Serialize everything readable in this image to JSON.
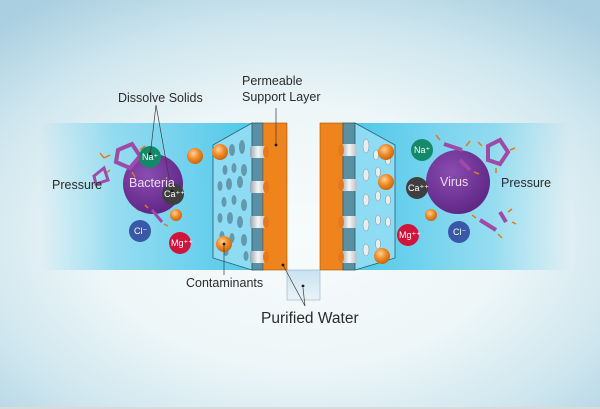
{
  "diagram": {
    "title": "Reverse Osmosis Membrane",
    "labels": {
      "dissolve_solids": "Dissolve Solids",
      "permeable_line1": "Permeable",
      "permeable_line2": "Support Layer",
      "pressure_left": "Pressure",
      "pressure_right": "Pressure",
      "contaminants": "Contaminants",
      "purified_water": "Purified Water"
    },
    "left_side": {
      "microbe": "Bacteria",
      "ions": [
        "Na⁺",
        "Ca⁺⁺",
        "Cl⁻",
        "Mg⁺⁺"
      ]
    },
    "right_side": {
      "microbe": "Virus",
      "ions": [
        "Na⁺",
        "Ca⁺⁺",
        "Mg⁺⁺",
        "Cl⁻"
      ]
    },
    "colors": {
      "water": "#4fc8ea",
      "support_layer": "#f0841c",
      "membrane": "#5b8fa3",
      "microbe": "#6a2c8e",
      "sodium": "#128a6a",
      "calcium": "#3f3f3f",
      "chloride": "#3a58a8",
      "magnesium": "#d0143c",
      "contaminant": "#f08a24"
    }
  }
}
